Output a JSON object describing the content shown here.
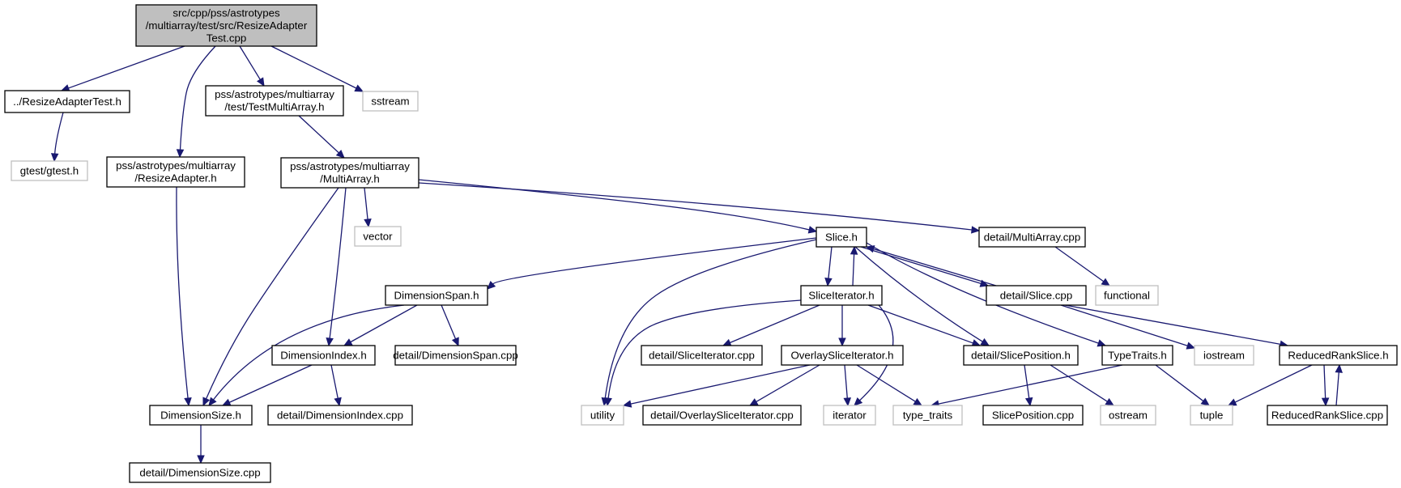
{
  "graph": {
    "nodes": [
      {
        "id": "root",
        "lines": [
          "src/cpp/pss/astrotypes",
          "/multiarray/test/src/ResizeAdapter",
          "Test.cpp"
        ],
        "kind": "root"
      },
      {
        "id": "resize_adapter_test_h",
        "lines": [
          "../ResizeAdapterTest.h"
        ],
        "kind": "local"
      },
      {
        "id": "gtest",
        "lines": [
          "gtest/gtest.h"
        ],
        "kind": "system"
      },
      {
        "id": "resize_adapter_h",
        "lines": [
          "pss/astrotypes/multiarray",
          "/ResizeAdapter.h"
        ],
        "kind": "local"
      },
      {
        "id": "test_multiarray_h",
        "lines": [
          "pss/astrotypes/multiarray",
          "/test/TestMultiArray.h"
        ],
        "kind": "local"
      },
      {
        "id": "sstream",
        "lines": [
          "sstream"
        ],
        "kind": "system"
      },
      {
        "id": "multiarray_h",
        "lines": [
          "pss/astrotypes/multiarray",
          "/MultiArray.h"
        ],
        "kind": "local"
      },
      {
        "id": "vector",
        "lines": [
          "vector"
        ],
        "kind": "system"
      },
      {
        "id": "slice_h",
        "lines": [
          "Slice.h"
        ],
        "kind": "local"
      },
      {
        "id": "detail_multiarray_cpp",
        "lines": [
          "detail/MultiArray.cpp"
        ],
        "kind": "local"
      },
      {
        "id": "functional",
        "lines": [
          "functional"
        ],
        "kind": "system"
      },
      {
        "id": "dimension_span_h",
        "lines": [
          "DimensionSpan.h"
        ],
        "kind": "local"
      },
      {
        "id": "slice_iterator_h",
        "lines": [
          "SliceIterator.h"
        ],
        "kind": "local"
      },
      {
        "id": "detail_slice_cpp",
        "lines": [
          "detail/Slice.cpp"
        ],
        "kind": "local"
      },
      {
        "id": "dimension_index_h",
        "lines": [
          "DimensionIndex.h"
        ],
        "kind": "local"
      },
      {
        "id": "detail_dimension_span_cpp",
        "lines": [
          "detail/DimensionSpan.cpp"
        ],
        "kind": "local"
      },
      {
        "id": "detail_slice_iterator_cpp",
        "lines": [
          "detail/SliceIterator.cpp"
        ],
        "kind": "local"
      },
      {
        "id": "overlay_slice_iterator_h",
        "lines": [
          "OverlaySliceIterator.h"
        ],
        "kind": "local"
      },
      {
        "id": "detail_slice_position_h",
        "lines": [
          "detail/SlicePosition.h"
        ],
        "kind": "local"
      },
      {
        "id": "type_traits_h",
        "lines": [
          "TypeTraits.h"
        ],
        "kind": "local"
      },
      {
        "id": "iostream",
        "lines": [
          "iostream"
        ],
        "kind": "system"
      },
      {
        "id": "reduced_rank_slice_h",
        "lines": [
          "ReducedRankSlice.h"
        ],
        "kind": "local"
      },
      {
        "id": "dimension_size_h",
        "lines": [
          "DimensionSize.h"
        ],
        "kind": "local"
      },
      {
        "id": "detail_dimension_index_cpp",
        "lines": [
          "detail/DimensionIndex.cpp"
        ],
        "kind": "local"
      },
      {
        "id": "utility",
        "lines": [
          "utility"
        ],
        "kind": "system"
      },
      {
        "id": "detail_overlay_slice_iterator_cpp",
        "lines": [
          "detail/OverlaySliceIterator.cpp"
        ],
        "kind": "local"
      },
      {
        "id": "iterator",
        "lines": [
          "iterator"
        ],
        "kind": "system"
      },
      {
        "id": "type_traits",
        "lines": [
          "type_traits"
        ],
        "kind": "system"
      },
      {
        "id": "slice_position_cpp",
        "lines": [
          "SlicePosition.cpp"
        ],
        "kind": "local"
      },
      {
        "id": "ostream",
        "lines": [
          "ostream"
        ],
        "kind": "system"
      },
      {
        "id": "tuple",
        "lines": [
          "tuple"
        ],
        "kind": "system"
      },
      {
        "id": "reduced_rank_slice_cpp",
        "lines": [
          "ReducedRankSlice.cpp"
        ],
        "kind": "local"
      },
      {
        "id": "detail_dimension_size_cpp",
        "lines": [
          "detail/DimensionSize.cpp"
        ],
        "kind": "local"
      }
    ],
    "edges": [
      {
        "from": "root",
        "to": "resize_adapter_test_h"
      },
      {
        "from": "root",
        "to": "resize_adapter_h"
      },
      {
        "from": "root",
        "to": "test_multiarray_h"
      },
      {
        "from": "root",
        "to": "sstream"
      },
      {
        "from": "resize_adapter_test_h",
        "to": "gtest"
      },
      {
        "from": "resize_adapter_h",
        "to": "dimension_size_h"
      },
      {
        "from": "test_multiarray_h",
        "to": "multiarray_h"
      },
      {
        "from": "multiarray_h",
        "to": "dimension_size_h"
      },
      {
        "from": "multiarray_h",
        "to": "dimension_index_h"
      },
      {
        "from": "multiarray_h",
        "to": "vector"
      },
      {
        "from": "multiarray_h",
        "to": "slice_h"
      },
      {
        "from": "multiarray_h",
        "to": "detail_multiarray_cpp"
      },
      {
        "from": "detail_multiarray_cpp",
        "to": "functional"
      },
      {
        "from": "slice_h",
        "to": "dimension_span_h"
      },
      {
        "from": "slice_h",
        "to": "utility"
      },
      {
        "from": "slice_h",
        "to": "slice_iterator_h"
      },
      {
        "from": "slice_iterator_h",
        "to": "slice_h"
      },
      {
        "from": "slice_h",
        "to": "detail_slice_cpp"
      },
      {
        "from": "detail_slice_cpp",
        "to": "slice_h"
      },
      {
        "from": "slice_h",
        "to": "detail_slice_position_h"
      },
      {
        "from": "slice_h",
        "to": "type_traits_h"
      },
      {
        "from": "dimension_span_h",
        "to": "dimension_size_h"
      },
      {
        "from": "dimension_span_h",
        "to": "dimension_index_h"
      },
      {
        "from": "dimension_span_h",
        "to": "detail_dimension_span_cpp"
      },
      {
        "from": "dimension_index_h",
        "to": "dimension_size_h"
      },
      {
        "from": "dimension_index_h",
        "to": "detail_dimension_index_cpp"
      },
      {
        "from": "dimension_size_h",
        "to": "detail_dimension_size_cpp"
      },
      {
        "from": "slice_iterator_h",
        "to": "utility"
      },
      {
        "from": "slice_iterator_h",
        "to": "detail_slice_iterator_cpp"
      },
      {
        "from": "slice_iterator_h",
        "to": "overlay_slice_iterator_h"
      },
      {
        "from": "slice_iterator_h",
        "to": "iterator"
      },
      {
        "from": "slice_iterator_h",
        "to": "detail_slice_position_h"
      },
      {
        "from": "overlay_slice_iterator_h",
        "to": "utility"
      },
      {
        "from": "overlay_slice_iterator_h",
        "to": "detail_overlay_slice_iterator_cpp"
      },
      {
        "from": "overlay_slice_iterator_h",
        "to": "iterator"
      },
      {
        "from": "overlay_slice_iterator_h",
        "to": "type_traits"
      },
      {
        "from": "detail_slice_cpp",
        "to": "iostream"
      },
      {
        "from": "detail_slice_cpp",
        "to": "reduced_rank_slice_h"
      },
      {
        "from": "detail_slice_position_h",
        "to": "slice_position_cpp"
      },
      {
        "from": "detail_slice_position_h",
        "to": "ostream"
      },
      {
        "from": "type_traits_h",
        "to": "type_traits"
      },
      {
        "from": "type_traits_h",
        "to": "tuple"
      },
      {
        "from": "reduced_rank_slice_h",
        "to": "tuple"
      },
      {
        "from": "reduced_rank_slice_h",
        "to": "reduced_rank_slice_cpp"
      },
      {
        "from": "reduced_rank_slice_cpp",
        "to": "reduced_rank_slice_h"
      }
    ]
  },
  "colors": {
    "edge": "#191970",
    "root_fill": "#bfbfbf",
    "local_border": "#000000",
    "system_border": "#bfbfbf"
  }
}
